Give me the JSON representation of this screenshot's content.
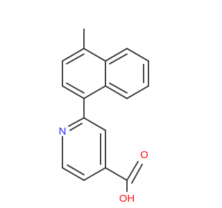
{
  "molecule": {
    "atoms": [
      {
        "id": "N1",
        "label": "N",
        "color": "#1f1fff"
      },
      {
        "id": "O1",
        "label": "O",
        "color": "#ff0d0d"
      },
      {
        "id": "O2",
        "label": "OH",
        "color": "#ff0d0d"
      }
    ],
    "bond_color": "#3a3a3a"
  }
}
